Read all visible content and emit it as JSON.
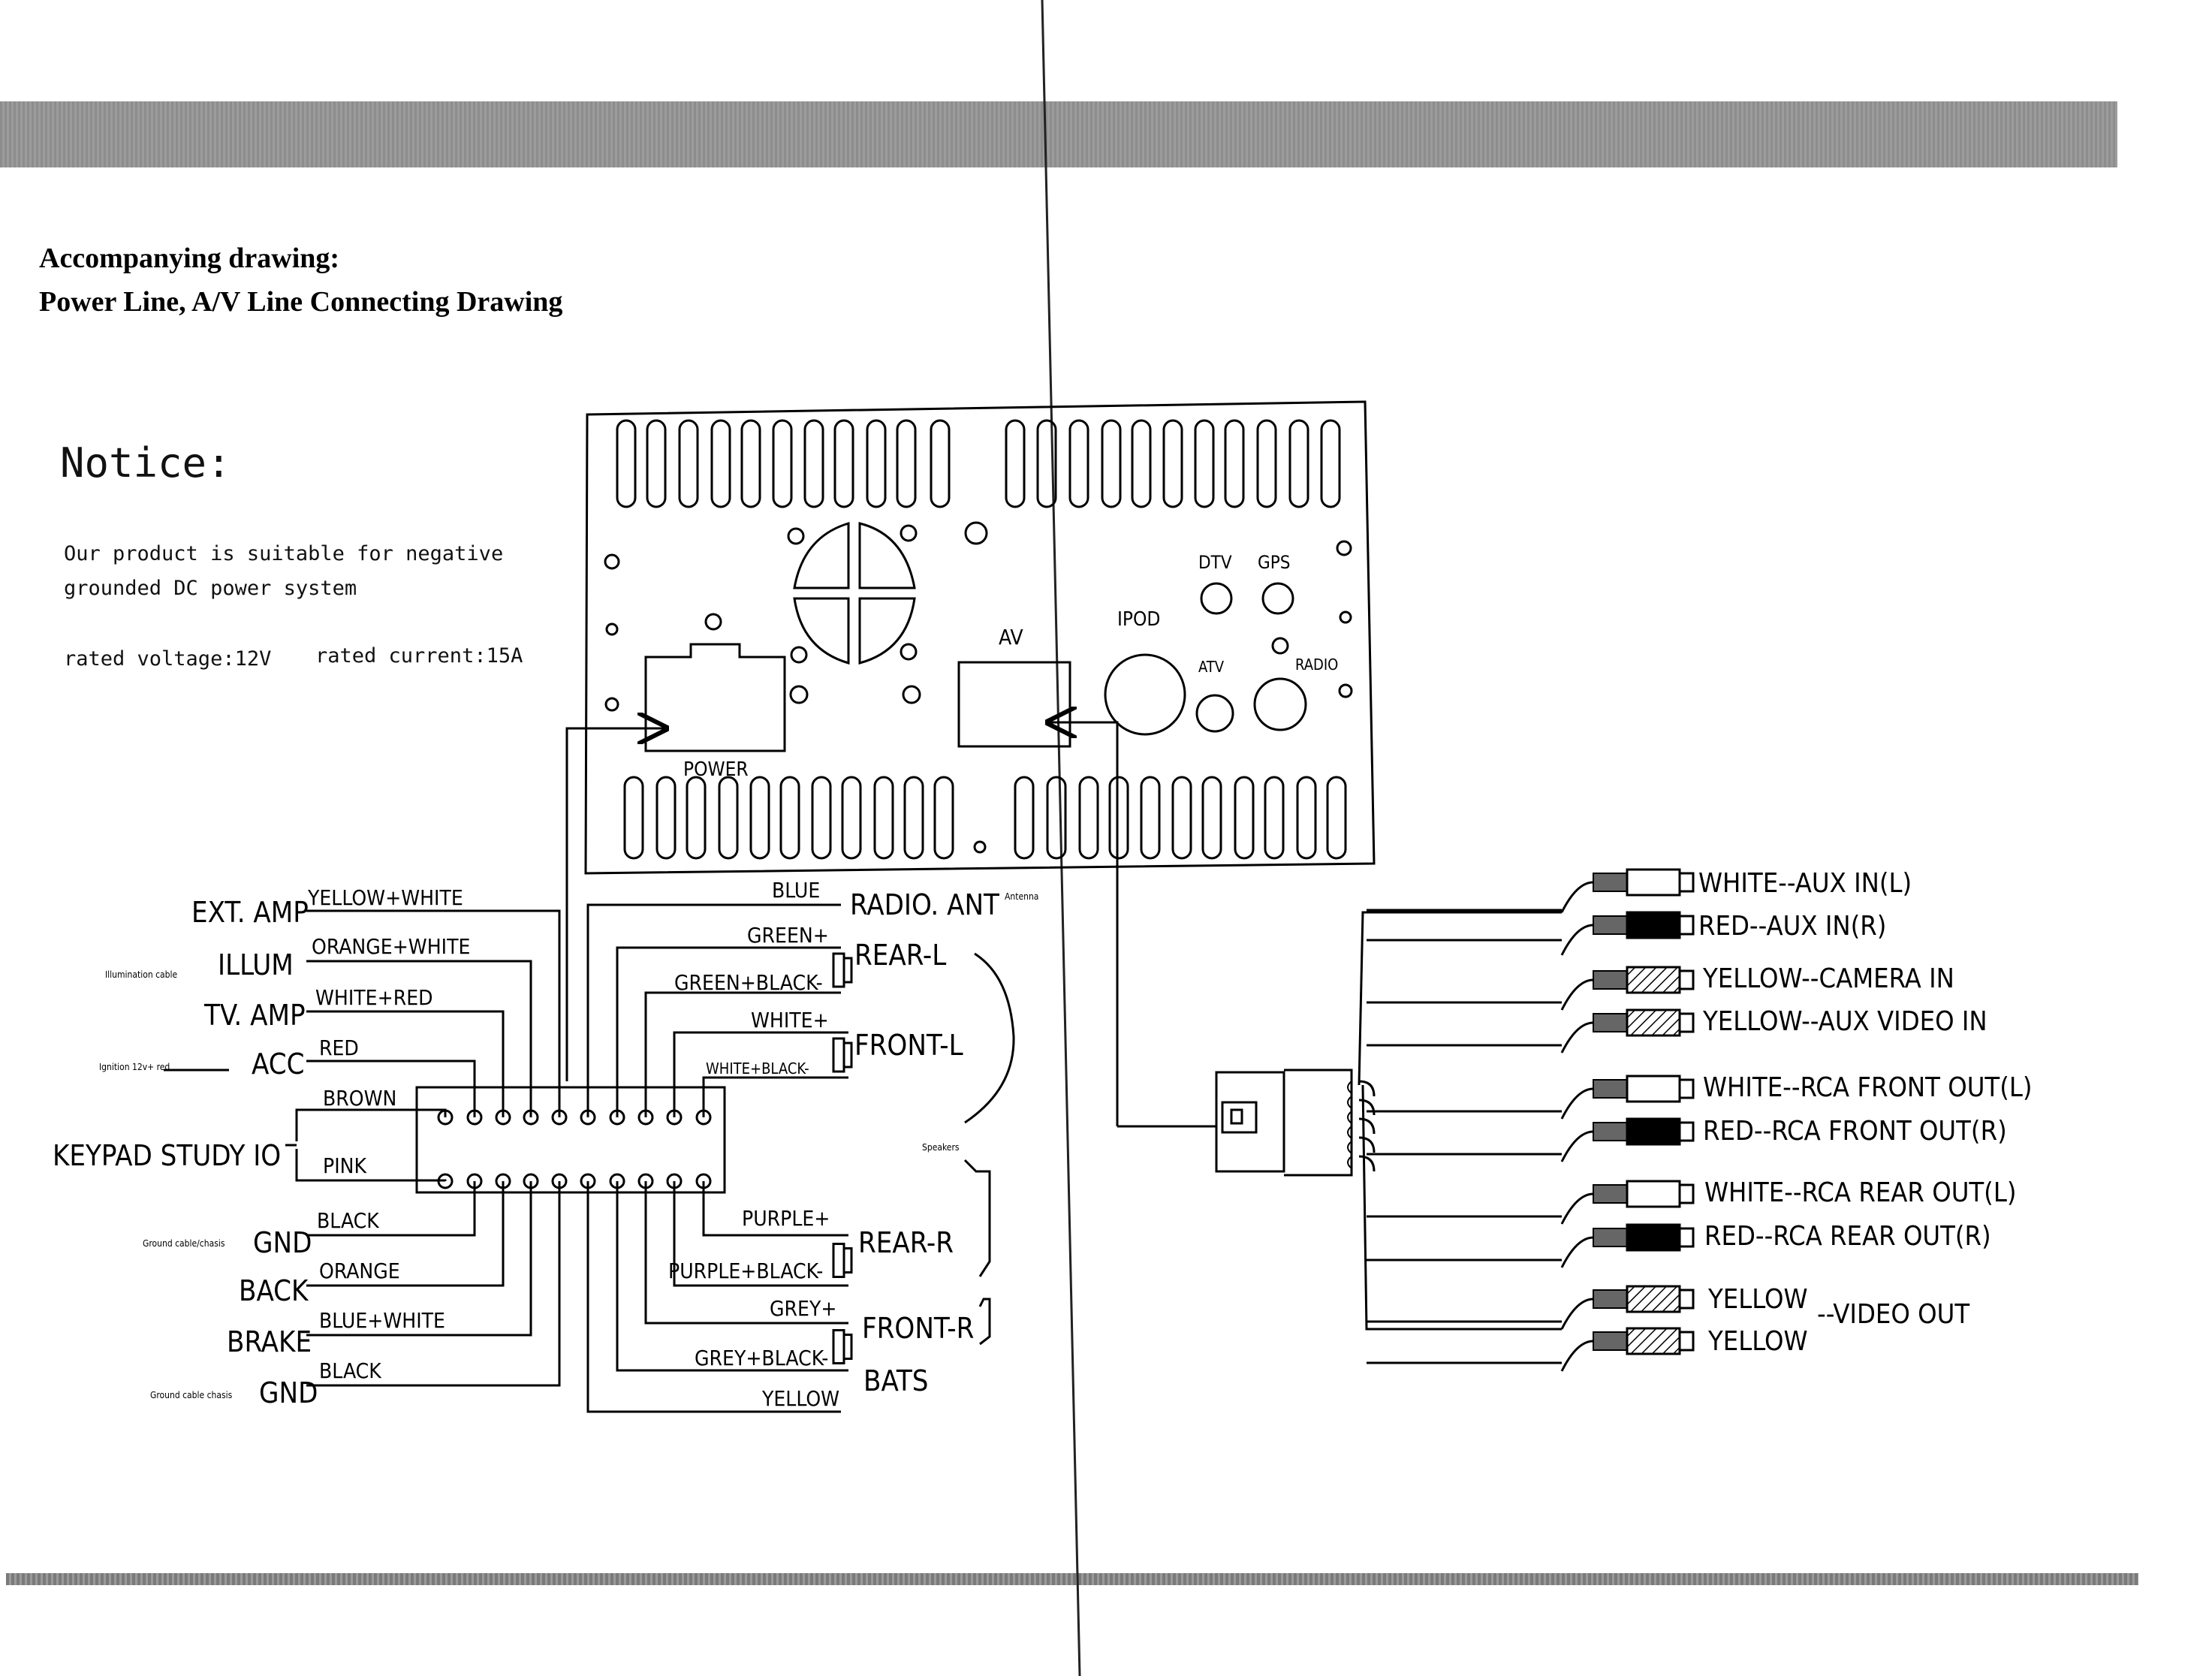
{
  "heading": {
    "line1": "Accompanying drawing:",
    "line2": "Power Line, A/V Line Connecting Drawing"
  },
  "notice": {
    "title": "Notice:",
    "line1": "Our product is suitable for negative",
    "line2": "grounded DC power system",
    "rated_voltage": "rated voltage:12V",
    "rated_current": "rated current:15A"
  },
  "unit_labels": {
    "power": "POWER",
    "av": "AV",
    "ipod": "IPOD",
    "dtv": "DTV",
    "gps": "GPS",
    "atv": "ATV",
    "radio": "RADIO"
  },
  "left_terminals": [
    {
      "name": "EXT. AMP",
      "wire": "YELLOW+WHITE"
    },
    {
      "name": "ILLUM",
      "wire": "ORANGE+WHITE",
      "note": "Illumination cable"
    },
    {
      "name": "TV. AMP",
      "wire": "WHITE+RED"
    },
    {
      "name": "ACC",
      "wire": "RED",
      "note": "Ignition 12v+ red"
    },
    {
      "name": "KEYPAD STUDY IO",
      "wire": "BROWN"
    },
    {
      "name": "",
      "wire": "PINK"
    },
    {
      "name": "GND",
      "wire": "BLACK",
      "note": "Ground cable/chasis"
    },
    {
      "name": "BACK",
      "wire": "ORANGE"
    },
    {
      "name": "BRAKE",
      "wire": "BLUE+WHITE"
    },
    {
      "name": "GND",
      "wire": "BLACK",
      "note": "Ground cable chasis"
    }
  ],
  "right_terminals": {
    "radio_ant": {
      "wire": "BLUE",
      "name": "RADIO. ANT",
      "note": "Antenna"
    },
    "rear_l": {
      "wire_pos": "GREEN+",
      "wire_neg": "GREEN+BLACK-",
      "name": "REAR-L"
    },
    "front_l": {
      "wire_pos": "WHITE+",
      "wire_neg": "WHITE+BLACK-",
      "name": "FRONT-L"
    },
    "speakers_note": "Speakers",
    "rear_r": {
      "wire_pos": "PURPLE+",
      "wire_neg": "PURPLE+BLACK-",
      "name": "REAR-R"
    },
    "front_r": {
      "wire_pos": "GREY+",
      "wire_neg": "GREY+BLACK-",
      "name": "FRONT-R"
    },
    "bats": {
      "wire": "YELLOW",
      "name": "BATS"
    }
  },
  "rca_outputs": [
    {
      "label": "WHITE--AUX IN(L)",
      "color": "#ffffff"
    },
    {
      "label": "RED--AUX IN(R)",
      "color": "#000000"
    },
    {
      "label": "YELLOW--CAMERA IN",
      "color": "hatch"
    },
    {
      "label": "YELLOW--AUX VIDEO IN",
      "color": "hatch"
    },
    {
      "label": "WHITE--RCA FRONT OUT(L)",
      "color": "#ffffff"
    },
    {
      "label": "RED--RCA FRONT OUT(R)",
      "color": "#000000"
    },
    {
      "label": "WHITE--RCA REAR OUT(L)",
      "color": "#ffffff"
    },
    {
      "label": "RED--RCA REAR OUT(R)",
      "color": "#000000"
    },
    {
      "label": "YELLOW",
      "color": "hatch"
    },
    {
      "label": "YELLOW",
      "color": "hatch"
    }
  ],
  "video_out_label": "--VIDEO OUT"
}
